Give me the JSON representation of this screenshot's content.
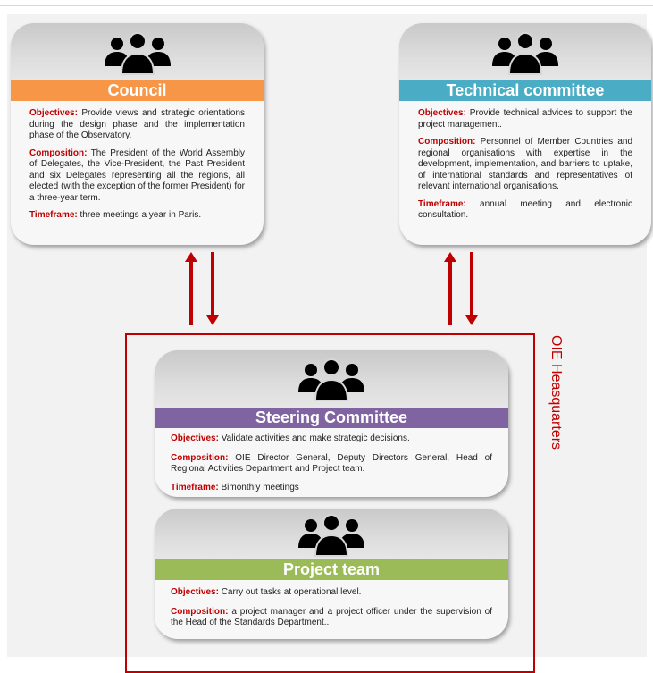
{
  "colors": {
    "council": "#f79646",
    "technical": "#4bacc6",
    "steering": "#8064a2",
    "project": "#9bbb59",
    "accent_red": "#c00000"
  },
  "icons": {
    "group": "people-group-icon"
  },
  "council": {
    "title": "Council",
    "objectives_label": "Objectives:",
    "objectives_text": "Provide views and strategic orientations during the design phase and the implementation phase of the Observatory.",
    "composition_label": "Composition:",
    "composition_text": "The President of the World Assembly of Delegates, the Vice-President, the Past President and six Delegates representing all the regions, all elected (with the exception of the former President) for a three-year term.",
    "timeframe_label": "Timeframe:",
    "timeframe_text": "three meetings a year in Paris."
  },
  "technical": {
    "title": "Technical committee",
    "objectives_label": "Objectives:",
    "objectives_text": "Provide technical advices to support the project management.",
    "composition_label": "Composition:",
    "composition_text": "Personnel of Member Countries and regional organisations with expertise in the development, implementation, and barriers to uptake, of international standards and representatives of relevant international organisations.",
    "timeframe_label": "Timeframe:",
    "timeframe_text": "annual meeting and electronic consultation."
  },
  "hq_label": "OIE Heasquarters",
  "steering": {
    "title": "Steering Committee",
    "objectives_label": "Objectives:",
    "objectives_text": "Validate activities and make strategic decisions.",
    "composition_label": "Composition:",
    "composition_text": "OIE Director General, Deputy Directors General, Head of Regional Activities Department and Project team.",
    "timeframe_label": "Timeframe:",
    "timeframe_text": "Bimonthly meetings"
  },
  "project": {
    "title": "Project team",
    "objectives_label": "Objectives:",
    "objectives_text": "Carry out tasks at operational level.",
    "composition_label": "Composition:",
    "composition_text": "a project manager and a project officer under the supervision of the Head of the Standards Department.."
  }
}
